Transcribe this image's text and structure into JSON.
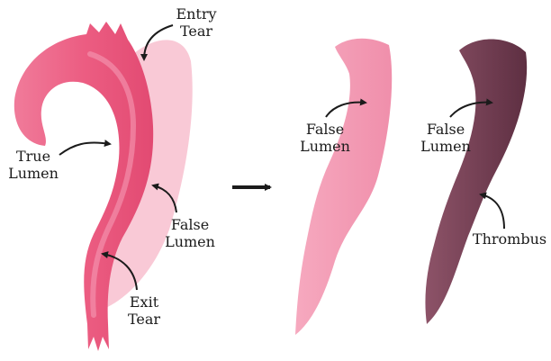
{
  "colors": {
    "true_lumen": "#ec5d82",
    "false_lumen": "#f7b6c8",
    "false_lumen_after": "#f29ab3",
    "thrombus": "#7a4458",
    "ink": "#1b1b1b"
  },
  "labels": {
    "entry_tear": [
      "Entry",
      "Tear"
    ],
    "true_lumen": [
      "True",
      "Lumen"
    ],
    "false_lumen_before": [
      "False",
      "Lumen"
    ],
    "exit_tear": [
      "Exit",
      "Tear"
    ],
    "false_lumen_middle": [
      "False",
      "Lumen"
    ],
    "false_lumen_right": [
      "False",
      "Lumen"
    ],
    "thrombus": "Thrombus"
  },
  "icons": [
    "transition-arrow-icon"
  ]
}
